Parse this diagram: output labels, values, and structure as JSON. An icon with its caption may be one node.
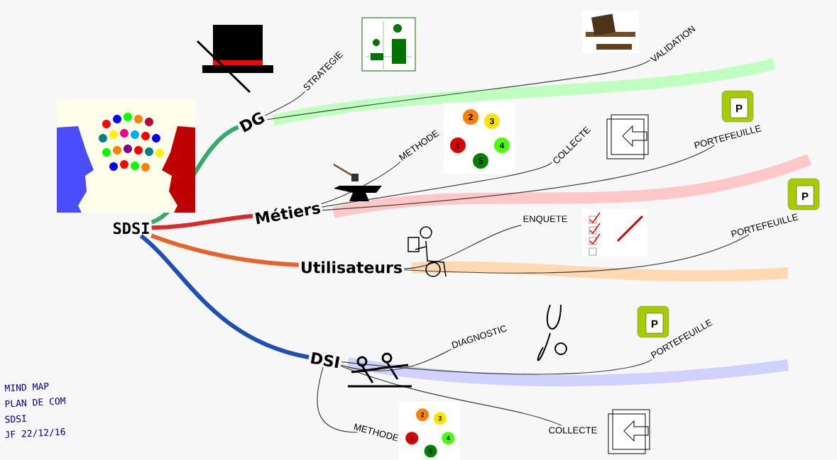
{
  "diagram": {
    "nodes": [
      {
        "text": [
          "SDSI"
        ]
      },
      {
        "text": [
          "DG"
        ]
      },
      {
        "text": [
          "Métiers"
        ]
      },
      {
        "text": [
          "Utilisateurs"
        ]
      },
      {
        "text": [
          "DSI"
        ]
      },
      {
        "text": [
          "STRATEGIE"
        ]
      },
      {
        "text": [
          "VALIDATION"
        ]
      },
      {
        "text": [
          "METHODE"
        ]
      },
      {
        "text": [
          "COLLECTE"
        ]
      },
      {
        "text": [
          "PORTEFEUILLE"
        ]
      },
      {
        "text": [
          "ENQUETE"
        ]
      },
      {
        "text": [
          "PORTEFEUILLE"
        ]
      },
      {
        "text": [
          "DIAGNOSTIC"
        ]
      },
      {
        "text": [
          "PORTEFEUILLE"
        ]
      },
      {
        "text": [
          "METHODE"
        ]
      },
      {
        "text": [
          "COLLECTE"
        ]
      }
    ],
    "edges": [
      {
        "from": 0,
        "to": 1,
        "arrow": "none",
        "style": "thick",
        "color": "#3aa86b"
      },
      {
        "from": 0,
        "to": 2,
        "arrow": "none",
        "style": "thick",
        "color": "#d92b2b"
      },
      {
        "from": 0,
        "to": 3,
        "arrow": "none",
        "style": "thick",
        "color": "#e8632a"
      },
      {
        "from": 0,
        "to": 4,
        "arrow": "none",
        "style": "thick",
        "color": "#1f4fb0"
      },
      {
        "from": 1,
        "to": 5,
        "arrow": "none"
      },
      {
        "from": 1,
        "to": 6,
        "arrow": "none"
      },
      {
        "from": 2,
        "to": 7,
        "arrow": "none"
      },
      {
        "from": 2,
        "to": 8,
        "arrow": "none"
      },
      {
        "from": 2,
        "to": 9,
        "arrow": "none"
      },
      {
        "from": 3,
        "to": 10,
        "arrow": "none"
      },
      {
        "from": 3,
        "to": 11,
        "arrow": "none"
      },
      {
        "from": 4,
        "to": 12,
        "arrow": "none"
      },
      {
        "from": 4,
        "to": 13,
        "arrow": "none"
      },
      {
        "from": 4,
        "to": 14,
        "arrow": "none"
      },
      {
        "from": 4,
        "to": 15,
        "arrow": "none"
      }
    ],
    "labels": [
      "P",
      "1",
      "2",
      "3",
      "4",
      "5",
      "P",
      "P",
      "MIND MAP",
      "PLAN DE COM",
      "SDSI",
      "JF 22/12/16",
      "1",
      "2",
      "3",
      "4",
      "5"
    ]
  }
}
